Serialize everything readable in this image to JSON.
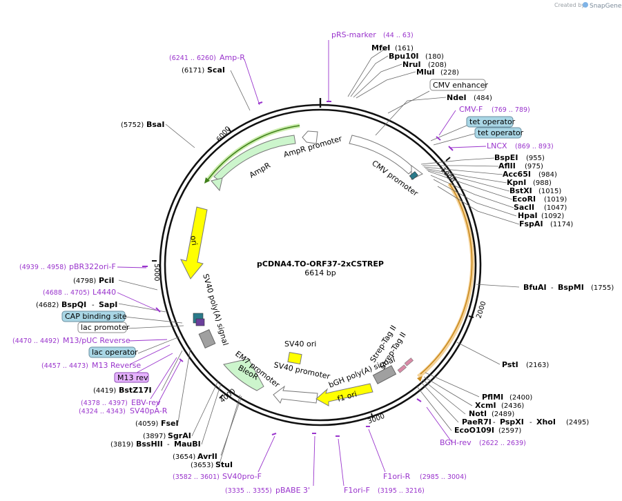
{
  "credit": {
    "created_by": "Created by",
    "brand": "SnapGene"
  },
  "plasmid": {
    "name": "pCDNA4.TO-ORF37-2xCSTREP",
    "size": "6614 bp"
  },
  "ticks": {
    "t1000": "1000",
    "t2000": "2000",
    "t3000": "3000",
    "t4000": "4000",
    "t5000": "5000",
    "t6000": "6000"
  },
  "features": {
    "ampr_promoter": "AmpR promoter",
    "ampr": "AmpR",
    "cmv_promoter": "CMV promoter",
    "ori": "ori",
    "sv40_polya": "SV40 poly(A) signal",
    "sv40_ori": "SV40 ori",
    "em7_promoter": "EM7 promoter",
    "bleor": "BleoR",
    "sv40_promoter": "SV40 promoter",
    "bgh_polya": "bGH poly(A) signal",
    "f1_ori": "f1 ori",
    "strep_tag_1": "Strep-Tag II",
    "strep_tag_2": "Strep-Tag II"
  },
  "enzymes": {
    "mfei": {
      "name": "MfeI",
      "pos": "(161)"
    },
    "bpu10i": {
      "name": "Bpu10I",
      "pos": "(180)"
    },
    "nrui": {
      "name": "NruI",
      "pos": "(208)"
    },
    "mlui": {
      "name": "MluI",
      "pos": "(228)"
    },
    "ndei": {
      "name": "NdeI",
      "pos": "(484)"
    },
    "bspei": {
      "name": "BspEI",
      "pos": "(955)"
    },
    "aflii": {
      "name": "AflII",
      "pos": "(975)"
    },
    "acc65i": {
      "name": "Acc65I",
      "pos": "(984)"
    },
    "kpni": {
      "name": "KpnI",
      "pos": "(988)"
    },
    "bstxi": {
      "name": "BstXI",
      "pos": "(1015)"
    },
    "ecori": {
      "name": "EcoRI",
      "pos": "(1019)"
    },
    "sacii": {
      "name": "SacII",
      "pos": "(1047)"
    },
    "hpai": {
      "name": "HpaI",
      "pos": "(1092)"
    },
    "fspai": {
      "name": "FspAI",
      "pos": "(1174)"
    },
    "bfuai": {
      "name": "BfuAI",
      "sep": "-",
      "name2": "BspMI",
      "pos": "(1755)"
    },
    "psti": {
      "name": "PstI",
      "pos": "(2163)"
    },
    "pflmi": {
      "name": "PflMI",
      "pos": "(2400)"
    },
    "xcmi": {
      "name": "XcmI",
      "pos": "(2436)"
    },
    "noti": {
      "name": "NotI",
      "pos": "(2489)"
    },
    "paer7i": {
      "name": "PaeR7I",
      "sep": "-",
      "name2": "PspXI",
      "sep2": "-",
      "name3": "XhoI",
      "pos": "(2495)"
    },
    "ecoo109i": {
      "name": "EcoO109I",
      "pos": "(2597)"
    },
    "stui": {
      "name": "StuI",
      "pos": "(3653)"
    },
    "avrii": {
      "name": "AvrII",
      "pos": "(3654)"
    },
    "bsshii": {
      "name": "BssHII",
      "sep": "-",
      "name2": "MauBI",
      "pos": "(3819)"
    },
    "sgrai": {
      "name": "SgrAI",
      "pos": "(3897)"
    },
    "fsei": {
      "name": "FseI",
      "pos": "(4059)"
    },
    "bstz17i": {
      "name": "BstZ17I",
      "pos": "(4419)"
    },
    "bspqi": {
      "name": "BspQI",
      "sep": "-",
      "name2": "SapI",
      "pos": "(4682)"
    },
    "pcii": {
      "name": "PciI",
      "pos": "(4798)"
    },
    "bsai": {
      "name": "BsaI",
      "pos": "(5752)"
    },
    "scai": {
      "name": "ScaI",
      "pos": "(6171)"
    }
  },
  "primers": {
    "prs_marker": {
      "name": "pRS-marker",
      "range": "(44 .. 63)"
    },
    "cmv_f": {
      "name": "CMV-F",
      "range": "(769 .. 789)"
    },
    "lncx": {
      "name": "LNCX",
      "range": "(869 .. 893)"
    },
    "bgh_rev": {
      "name": "BGH-rev",
      "range": "(2622 .. 2639)"
    },
    "f1ori_r": {
      "name": "F1ori-R",
      "range": "(2985 .. 3004)"
    },
    "f1ori_f": {
      "name": "F1ori-F",
      "range": "(3195 .. 3216)"
    },
    "pbabe3": {
      "name": "pBABE 3'",
      "range": "(3335 .. 3355)"
    },
    "sv40pro_f": {
      "name": "SV40pro-F",
      "range": "(3582 .. 3601)"
    },
    "sv40pa_r": {
      "name": "SV40pA-R",
      "range": "(4324 .. 4343)"
    },
    "ebv_rev": {
      "name": "EBV-rev",
      "range": "(4378 .. 4397)"
    },
    "m13_rev_box": {
      "name": "M13 rev"
    },
    "m13_reverse": {
      "name": "M13 Reverse",
      "range": "(4457 .. 4473)"
    },
    "m13puc_reverse": {
      "name": "M13/pUC Reverse",
      "range": "(4470 .. 4492)"
    },
    "l4440": {
      "name": "L4440",
      "range": "(4688 .. 4705)"
    },
    "pbr322ori_f": {
      "name": "pBR322ori-F",
      "range": "(4939 .. 4958)"
    },
    "amp_r": {
      "name": "Amp-R",
      "range": "(6241 .. 6260)"
    }
  },
  "boxes": {
    "cmv_enhancer": "CMV enhancer",
    "tet_operator_1": "tet operator",
    "tet_operator_2": "tet operator",
    "cap_binding": "CAP binding site",
    "lac_promoter": "lac promoter",
    "lac_operator": "lac operator"
  },
  "colors": {
    "purple": "#9933cc",
    "ampr_fill": "#ccf5cc",
    "ori_fill": "#ffff00",
    "operator_fill": "#a9d6e5",
    "m13_fill": "#e6b3ff",
    "orf_arc": "#e8a33c",
    "ampr_arc": "#5aa02c"
  }
}
